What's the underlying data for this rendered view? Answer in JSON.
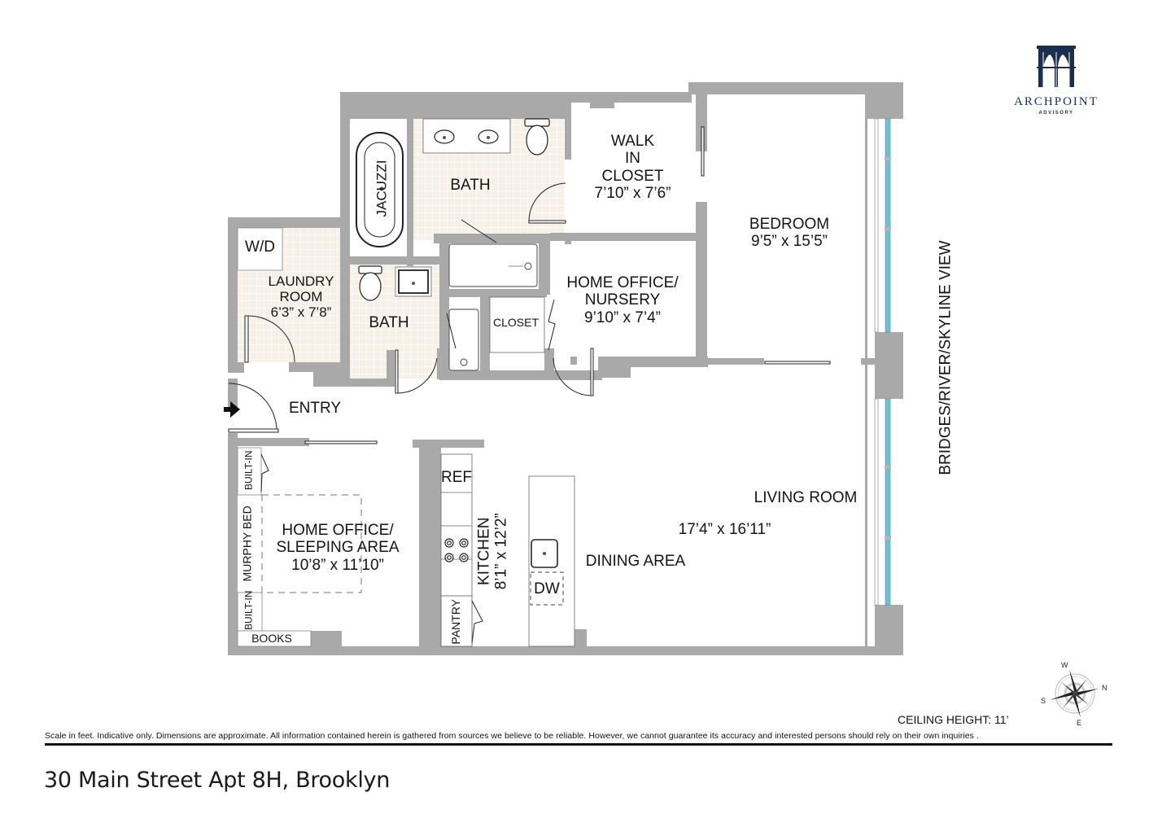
{
  "brand": {
    "name": "ARCHPOINT",
    "subtitle": "ADVISORY",
    "color": "#1b2e4e"
  },
  "rooms": {
    "walk_in_closet": {
      "line1": "WALK",
      "line2": "IN",
      "line3": "CLOSET",
      "dims": "7’10” x 7’6”"
    },
    "master_bath": {
      "name": "BATH",
      "fixture": "JACUZZI"
    },
    "bedroom": {
      "name": "BEDROOM",
      "dims": "9’5” x 15’5”"
    },
    "laundry": {
      "fixture": "W/D",
      "line1": "LAUNDRY",
      "line2": "ROOM",
      "dims": "6’3” x 7’8”"
    },
    "second_bath": {
      "name": "BATH"
    },
    "closet": {
      "name": "CLOSET"
    },
    "home_office_nursery": {
      "line1": "HOME OFFICE/",
      "line2": "NURSERY",
      "dims": "9’10” x 7’4”"
    },
    "entry": {
      "name": "ENTRY"
    },
    "home_office_sleeping": {
      "line1": "HOME OFFICE/",
      "line2": "SLEEPING AREA",
      "dims": "10’8” x 11’10”",
      "built_in_top": "BUILT-IN",
      "murphy_bed": "MURPHY BED",
      "built_in_bottom": "BUILT-IN",
      "books": "BOOKS"
    },
    "kitchen": {
      "name": "KITCHEN",
      "dims": "8’1” x 12’2”",
      "ref": "REF",
      "pantry": "PANTRY",
      "dw": "DW"
    },
    "dining": {
      "name": "DINING AREA"
    },
    "living": {
      "name": "LIVING ROOM",
      "dims": "17’4” x 16’11”"
    }
  },
  "view_label": "BRIDGES/RIVER/SKYLINE VIEW",
  "compass": {
    "n": "N",
    "s": "S",
    "e": "E",
    "w": "W"
  },
  "ceiling_height": "CEILING HEIGHT: 11’",
  "disclaimer": "Scale in feet. Indicative only. Dimensions are approximate. All information contained herein is gathered from sources we believe to be reliable. However, we cannot guarantee its accuracy and interested persons should rely on their own  inquiries .",
  "address": "30 Main Street Apt 8H, Brooklyn",
  "colors": {
    "wall": "#a9a9a9",
    "tile": "#f5efe6",
    "window": "#6fc0d4",
    "text": "#141414"
  }
}
